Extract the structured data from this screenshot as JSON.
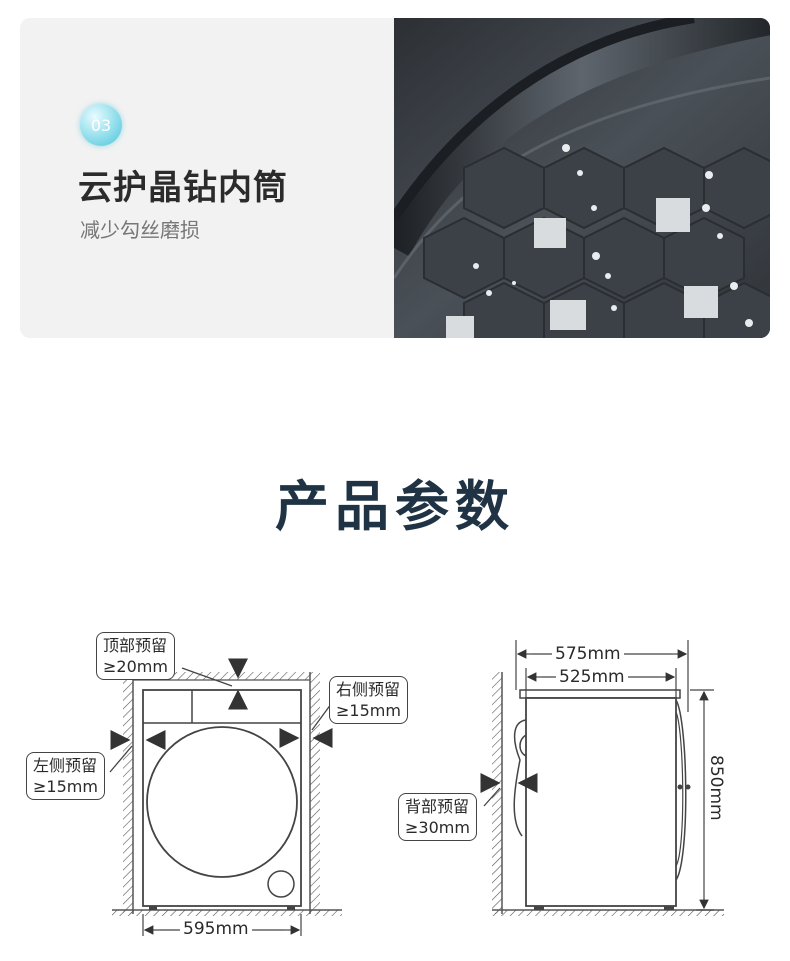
{
  "feature": {
    "badge": "03",
    "title": "云护晶钻内筒",
    "subtitle": "减少勾丝磨损"
  },
  "section": {
    "title": "产品参数"
  },
  "front_view": {
    "top_clearance": {
      "label": "顶部预留",
      "value": "≥20mm"
    },
    "right_clearance": {
      "label": "右侧预留",
      "value": "≥15mm"
    },
    "left_clearance": {
      "label": "左侧预留",
      "value": "≥15mm"
    },
    "width": "595mm"
  },
  "side_view": {
    "depth_total": "575mm",
    "depth_body": "525mm",
    "height": "850mm",
    "back_clearance": {
      "label": "背部预留",
      "value": "≥30mm"
    }
  },
  "colors": {
    "title": "#1f3344",
    "badge": "#4cc4d8",
    "card_bg": "#f2f2f2"
  }
}
